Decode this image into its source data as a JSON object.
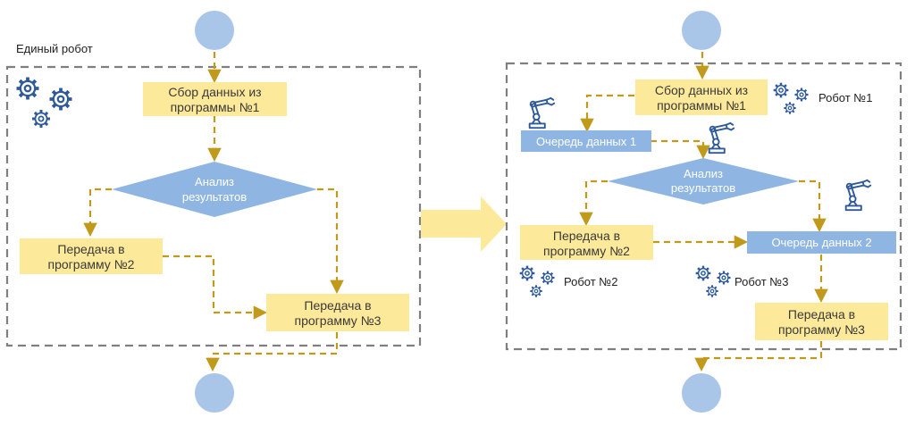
{
  "left": {
    "title": "Единый робот",
    "collect": [
      "Сбор данных из",
      "программы №1"
    ],
    "analysis": [
      "Анализ",
      "результатов"
    ],
    "transfer2": [
      "Передача в",
      "программу №2"
    ],
    "transfer3": [
      "Передача в",
      "программу №3"
    ]
  },
  "right": {
    "collect": [
      "Сбор данных из",
      "программы №1"
    ],
    "queue1": "Очередь данных 1",
    "analysis": [
      "Анализ",
      "результатов"
    ],
    "transfer2": [
      "Передача в",
      "программу №2"
    ],
    "queue2": "Очередь данных 2",
    "transfer3": [
      "Передача в",
      "программу №3"
    ],
    "robot1": "Робот №1",
    "robot2": "Робот №2",
    "robot3": "Робот №3"
  },
  "icons": [
    "gear-icon",
    "robot-arm-icon",
    "arrow-right-icon"
  ],
  "colors": {
    "process_fill": "#fde99a",
    "decision_fill": "#8fb6e2",
    "queue_fill": "#8fb6e2",
    "terminal_fill": "#a9c5e8",
    "flow": "#c19a1c",
    "frame": "#7f7f7f",
    "icon": "#2f5a9a"
  }
}
